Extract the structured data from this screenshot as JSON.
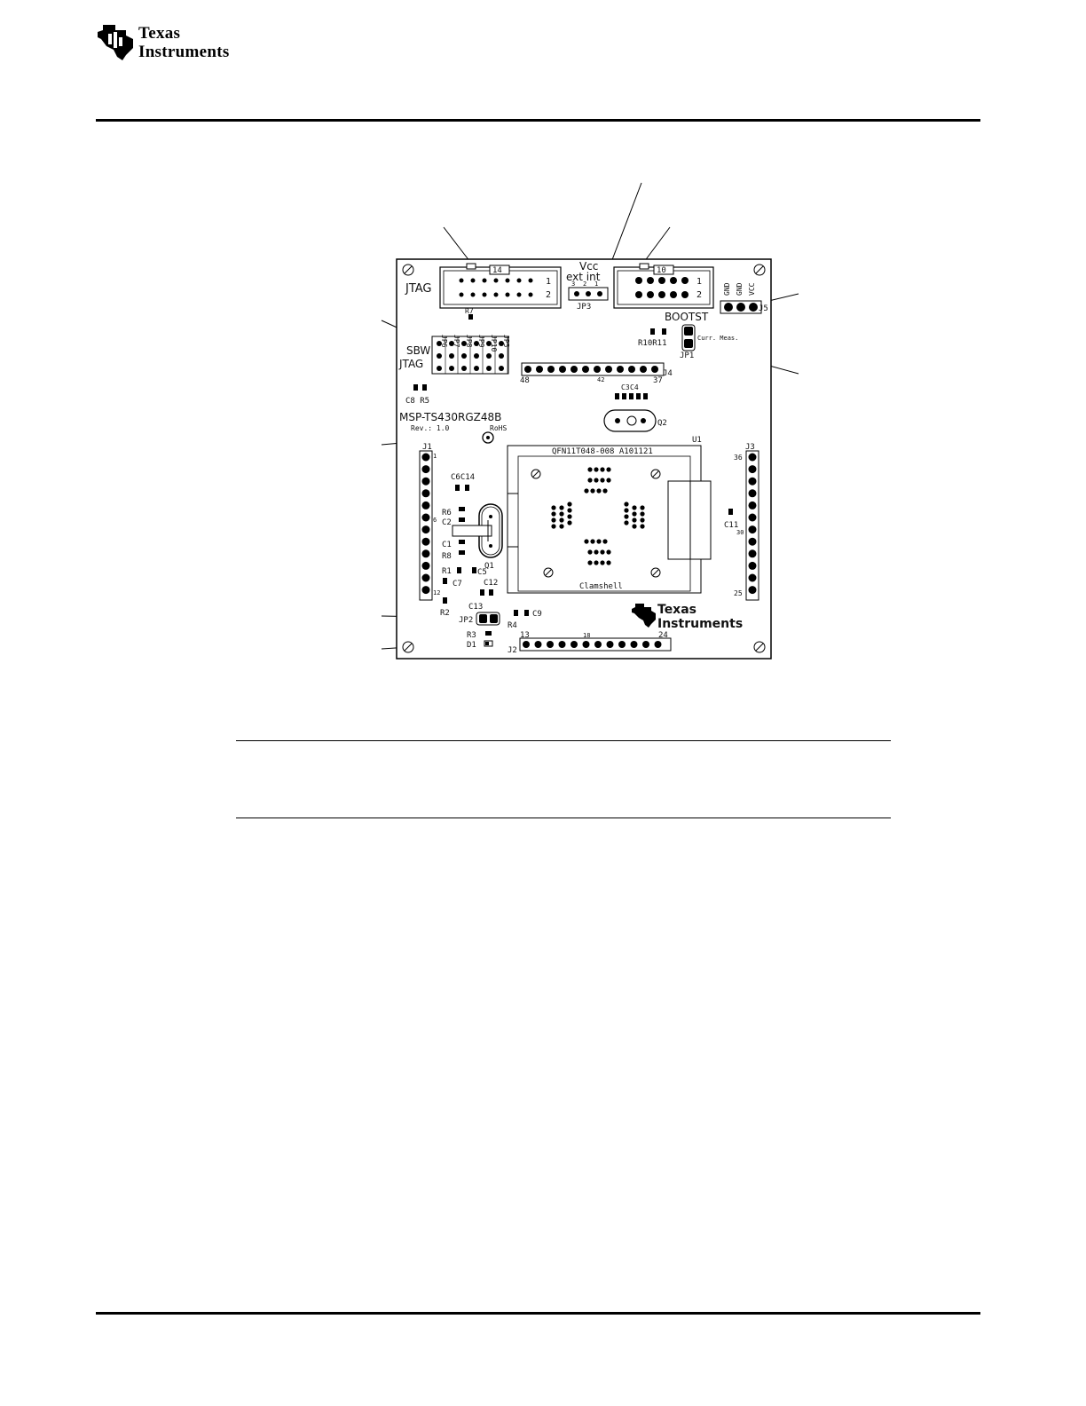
{
  "header": {
    "brand_line1": "Texas",
    "brand_line2": "Instruments"
  },
  "board": {
    "name": "MSP-TS430RGZ48B",
    "rev": "Rev.: 1.0",
    "rohs": "RoHS",
    "socket": "QFN11T048-008 A101121",
    "clamshell": "Clamshell",
    "jtag_label": "JTAG",
    "sbw_label": "SBW",
    "jtag2_label": "JTAG",
    "bootst_label": "BOOTST",
    "vcc_label": "Vcc",
    "extint_label": "ext int",
    "jp3_label": "JP3",
    "jp3_pins": [
      "3",
      "2",
      "1"
    ],
    "conn14_label": "14",
    "conn10_label": "10",
    "pin1": "1",
    "pin2": "2",
    "curr_meas": "Curr. Meas.",
    "jp1": "JP1",
    "j5_pins": [
      "GND",
      "GND",
      "VCC"
    ],
    "j5": "J5",
    "u1": "U1",
    "j1": "J1",
    "j2": "J2",
    "j3": "J3",
    "j4": "J4",
    "q1": "Q1",
    "q2": "Q2",
    "jumper_labels": [
      "JP6",
      "JP7",
      "JP8",
      "JP9",
      "JP10",
      "JP5"
    ],
    "j4_pins": [
      "48",
      "42",
      "37"
    ],
    "j2_pins": [
      "13",
      "18",
      "24"
    ],
    "j1_pins": [
      "1",
      "6",
      "12"
    ],
    "j3_pins": [
      "36",
      "30",
      "25"
    ],
    "parts": {
      "r7": "R7",
      "c8r5": "C8 R5",
      "c4": "C4",
      "c3": "C3",
      "r10r11": "R10R11",
      "c6c14": "C6C14",
      "r6": "R6",
      "c2": "C2",
      "c1": "C1",
      "r8": "R8",
      "r1": "R1",
      "c5": "C5",
      "c7": "C7",
      "c12": "C12",
      "c11": "C11",
      "c13": "C13",
      "jp2": "JP2",
      "r2": "R2",
      "r4": "R4",
      "c9": "C9",
      "r3": "R3",
      "d1": "D1"
    },
    "ti_logo_line1": "Texas",
    "ti_logo_line2": "Instruments"
  }
}
